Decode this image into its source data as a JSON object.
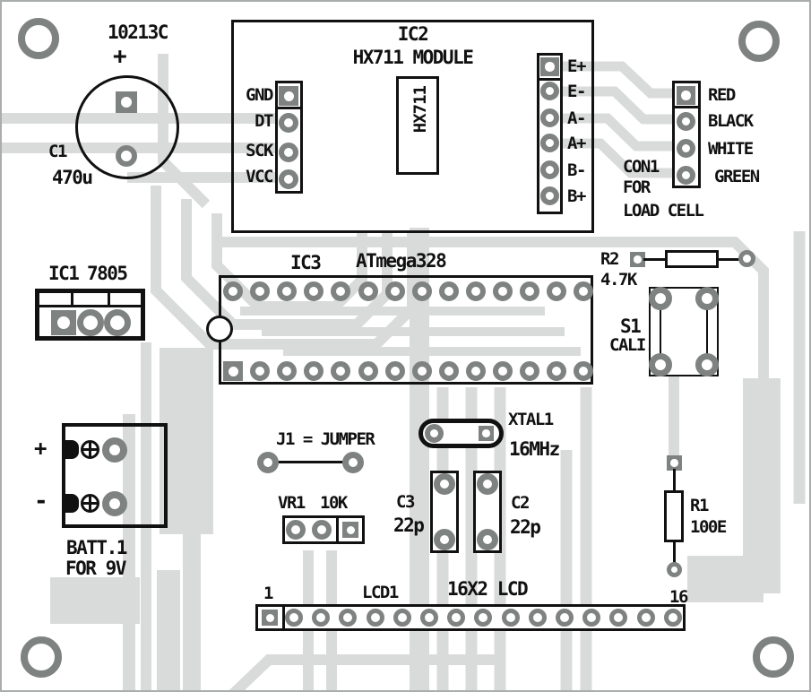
{
  "board": {
    "code": "10213C"
  },
  "colors": {
    "background": "#ffffff",
    "trace": "#d9dbda",
    "pad": "#7e8281",
    "outline": "#111111"
  },
  "components": {
    "c1": {
      "ref": "C1",
      "value": "470u",
      "polarity": "+"
    },
    "ic2": {
      "ref": "IC2",
      "name": "HX711 MODULE",
      "chip": "HX711",
      "left_pins": [
        "GND",
        "DT",
        "SCK",
        "VCC"
      ],
      "right_pins": [
        "E+",
        "E-",
        "A-",
        "A+",
        "B-",
        "B+"
      ]
    },
    "con1": {
      "ref": "CON1",
      "line2": "FOR",
      "line3": "LOAD CELL",
      "wires": [
        "RED",
        "BLACK",
        "WHITE",
        "GREEN"
      ]
    },
    "ic1": {
      "ref": "IC1",
      "value": "7805"
    },
    "ic3": {
      "ref": "IC3",
      "value": "ATmega328"
    },
    "r2": {
      "ref": "R2",
      "value": "4.7K"
    },
    "s1": {
      "ref": "S1",
      "label": "CALI."
    },
    "batt": {
      "ref": "BATT.1",
      "line2": "FOR 9V",
      "plus": "+",
      "minus": "-"
    },
    "j1": {
      "label": "J1 = JUMPER"
    },
    "vr1": {
      "ref": "VR1",
      "value": "10K"
    },
    "xtal": {
      "ref": "XTAL1",
      "value": "16MHz"
    },
    "c3": {
      "ref": "C3",
      "value": "22p"
    },
    "c2": {
      "ref": "C2",
      "value": "22p"
    },
    "r1": {
      "ref": "R1",
      "value": "100E"
    },
    "lcd": {
      "ref": "LCD1",
      "value": "16X2 LCD",
      "pin_first": "1",
      "pin_last": "16"
    }
  }
}
